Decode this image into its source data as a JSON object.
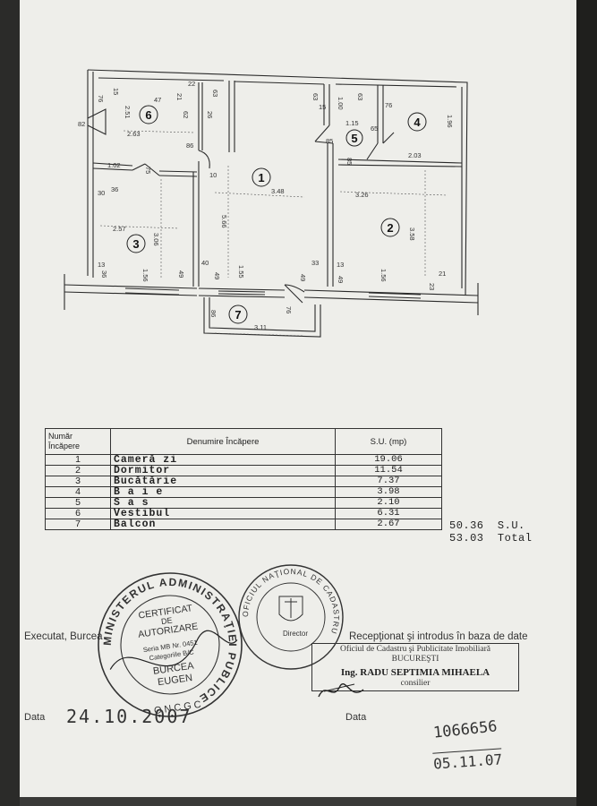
{
  "plan": {
    "rooms": [
      "6",
      "1",
      "5",
      "4",
      "3",
      "2",
      "7"
    ],
    "dims": {
      "d_76": "76",
      "d_15": "15",
      "d_47": "47",
      "d_21": "21",
      "d_22": "22",
      "d_63a": "63",
      "d_251": "2.51",
      "d_62": "62",
      "d_26": "26",
      "d_82": "82",
      "d_263": "2.63",
      "d_86": "86",
      "d_102": "1.02",
      "d_75": "75",
      "d_30": "30",
      "d_36a": "36",
      "d_10": "10",
      "d_257": "2.57",
      "d_306": "3.06",
      "d_13a": "13",
      "d_36b": "36",
      "d_156a": "1.56",
      "d_49a": "49",
      "d_40": "40",
      "d_348": "3.48",
      "d_566": "5.66",
      "d_49b": "49",
      "d_155": "1.55",
      "d_33": "33",
      "d_49c": "49",
      "d_63b": "63",
      "d_15b": "15",
      "d_100": "1.00",
      "d_63c": "63",
      "d_115": "1.15",
      "d_76b": "76",
      "d_196": "1.96",
      "d_85a": "85",
      "d_65": "65",
      "d_85b": "85",
      "d_203": "2.03",
      "d_326": "3.26",
      "d_358": "3.58",
      "d_13b": "13",
      "d_49d": "49",
      "d_156b": "1.56",
      "d_23": "23",
      "d_21b": "21",
      "d_86b": "86",
      "d_311": "3.11",
      "d_76c": "76"
    }
  },
  "table": {
    "headers": [
      "Număr\nÎncăpere",
      "Denumire Încăpere",
      "S.U. (mp)"
    ],
    "header_nr_1": "Număr",
    "header_nr_2": "Încăpere",
    "header_name": "Denumire Încăpere",
    "header_su": "S.U. (mp)",
    "rows": [
      {
        "nr": "1",
        "name": "Cameră zi",
        "su": "19.06"
      },
      {
        "nr": "2",
        "name": "Dormitor",
        "su": "11.54"
      },
      {
        "nr": "3",
        "name": "Bucătărie",
        "su": "7.37"
      },
      {
        "nr": "4",
        "name": "B a i e",
        "su": "3.98"
      },
      {
        "nr": "5",
        "name": "S a s",
        "su": "2.10"
      },
      {
        "nr": "6",
        "name": "Vestibul",
        "su": "6.31"
      },
      {
        "nr": "7",
        "name": "Balcon",
        "su": "2.67"
      }
    ],
    "su_total_value": "50.36",
    "su_total_label": "S.U.",
    "total_value": "53.03",
    "total_label": "Total"
  },
  "footer": {
    "executat": "Executat, Burcea",
    "data_left_label": "Data",
    "data_left_value": "24.10.2007",
    "receptionat": "Recepţionat şi introdus în baza de date",
    "oficiu_line1": "Oficiul de Cadastru şi Publicitate Imobiliară",
    "oficiu_line2": "BUCUREŞTI",
    "engineer": "Ing. RADU SEPTIMIA MIHAELA",
    "role": "consilier",
    "data_right_label": "Data",
    "hand_number": "1066656",
    "hand_date": "05.11.07"
  },
  "stamp_left": {
    "ring_text": "MINISTERUL ADMINISTRAŢIEI PUBLICE",
    "bottom_text": "ONCGC",
    "l1": "CERTIFICAT",
    "l2": "DE",
    "l3": "AUTORIZARE",
    "l4": "Seria MB Nr. 0451",
    "l5": "Categoriile B/C",
    "l6": "BURCEA",
    "l7": "EUGEN"
  },
  "stamp_right": {
    "ring_text": "OFICIUL NAŢIONAL DE CADASTRU",
    "center": "Director"
  },
  "colors": {
    "paper": "#eeeeea",
    "ink": "#2a2a2a",
    "stamp": "#333333",
    "frame": "#2b2b29"
  }
}
